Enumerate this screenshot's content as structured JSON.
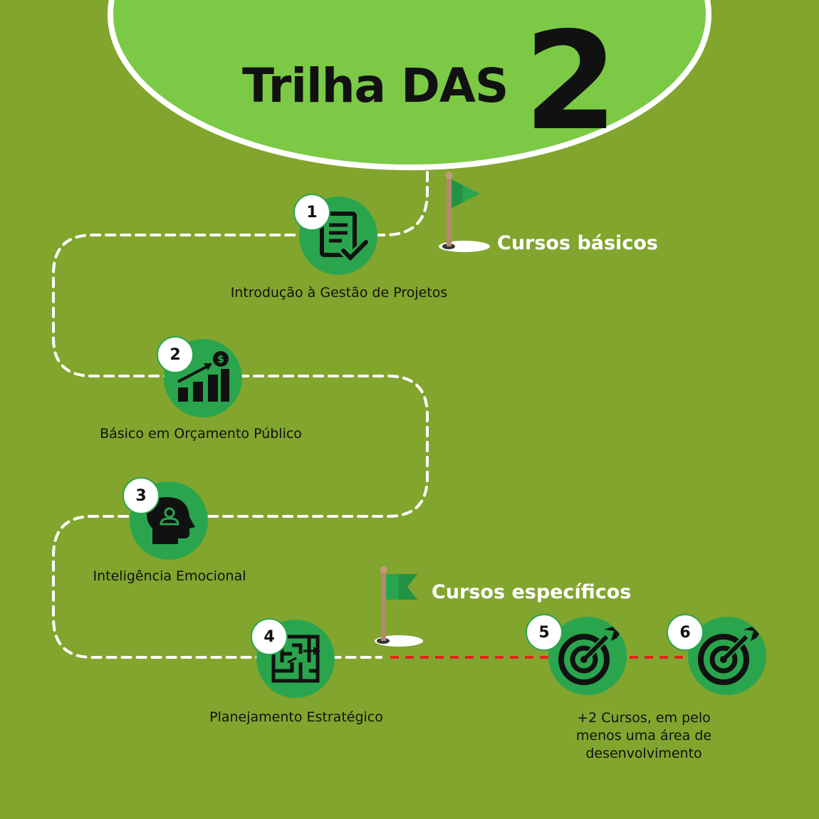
{
  "header": {
    "title": "Trilha DAS",
    "number": "2"
  },
  "sections": {
    "basic": "Cursos básicos",
    "specific": "Cursos específicos"
  },
  "steps": [
    {
      "number": "1",
      "label": "Introdução à Gestão de Projetos",
      "icon": "checklist-document-icon"
    },
    {
      "number": "2",
      "label": "Básico em Orçamento Público",
      "icon": "growth-chart-dollar-icon"
    },
    {
      "number": "3",
      "label": "Inteligência Emocional",
      "icon": "head-person-icon"
    },
    {
      "number": "4",
      "label": "Planejamento Estratégico",
      "icon": "maze-icon"
    },
    {
      "number": "5",
      "label": "",
      "icon": "target-arrow-icon"
    },
    {
      "number": "6",
      "label": "",
      "icon": "target-arrow-icon"
    }
  ],
  "footnote": "+2 Cursos, em pelo menos uma área de desenvolvimento",
  "colors": {
    "background": "#82a52e",
    "header_ellipse": "#7bc945",
    "node_green": "#2aa54e",
    "path_white": "#ffffff",
    "path_red": "#e8231a",
    "icon": "#111111"
  }
}
